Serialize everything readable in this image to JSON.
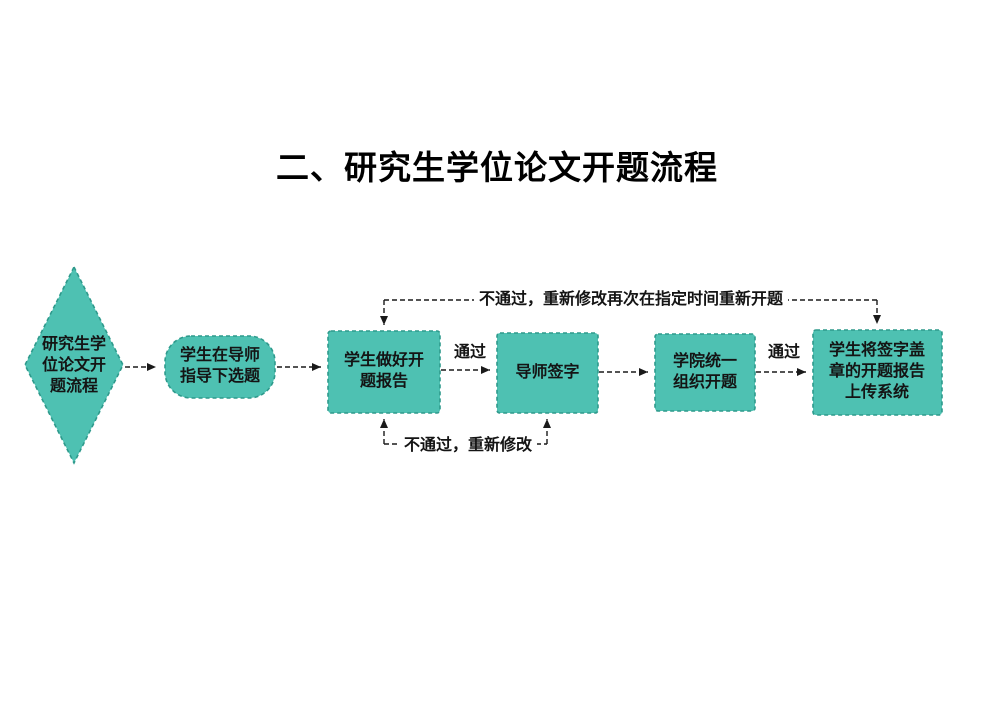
{
  "title": "二、研究生学位论文开题流程",
  "flowchart": {
    "nodes": [
      {
        "id": "start",
        "shape": "diamond",
        "label": "研究生学位论文开题流程"
      },
      {
        "id": "select-topic",
        "shape": "rounded-rect",
        "label": "学生在导师指导下选题"
      },
      {
        "id": "prepare-report",
        "shape": "rect",
        "label": "学生做好开题报告"
      },
      {
        "id": "advisor-sign",
        "shape": "rect",
        "label": "导师签字"
      },
      {
        "id": "college-opening",
        "shape": "rect",
        "label": "学院统一组织开题"
      },
      {
        "id": "upload-system",
        "shape": "rect",
        "label": "学生将签字盖章的开题报告上传系统"
      }
    ],
    "edge_labels": {
      "pass_to_advisor": "通过",
      "pass_to_upload": "通过",
      "fail_restart_top": "不通过，重新修改再次在指定时间重新开题",
      "fail_revise_bottom": "不通过，重新修改"
    }
  },
  "colors": {
    "shape_fill": "#4ec1b2",
    "shape_border": "#2e9a8c",
    "connector": "#1a1a1a",
    "text": "#141414",
    "background": "#ffffff"
  }
}
